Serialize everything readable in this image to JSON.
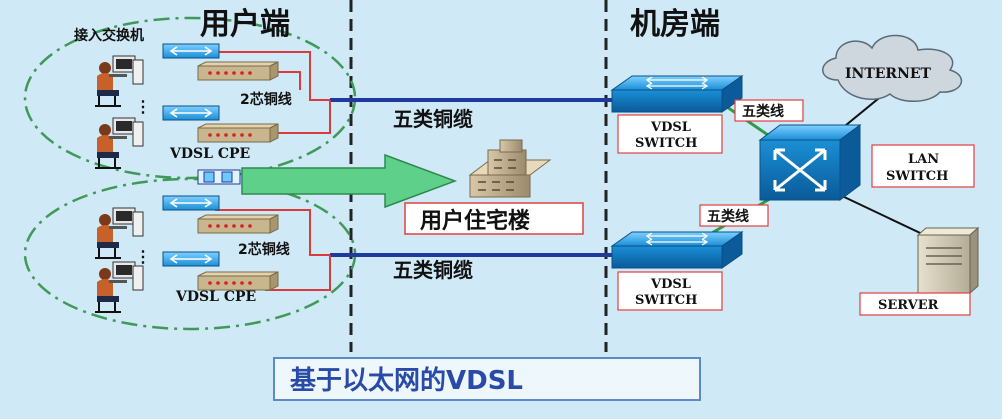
{
  "headings": {
    "user_side": "用户端",
    "room_side": "机房端"
  },
  "labels": {
    "access_switch": "接入交换机",
    "two_core_upper": "2芯铜线",
    "two_core_lower": "2芯铜线",
    "cpe_upper": "VDSL  CPE",
    "cpe_lower": "VDSL  CPE",
    "cat5_cable_upper": "五类铜缆",
    "cat5_cable_lower": "五类铜缆",
    "residential_building": "用户住宅楼",
    "cat5_line_upper": "五类线",
    "cat5_line_lower": "五类线",
    "vdsl_switch_upper_1": "VDSL",
    "vdsl_switch_upper_2": "SWITCH",
    "vdsl_switch_lower_1": "VDSL",
    "vdsl_switch_lower_2": "SWITCH",
    "lan_switch_1": "LAN",
    "lan_switch_2": "SWITCH",
    "internet": "INTERNET",
    "server": "SERVER"
  },
  "caption": "基于以太网的VDSL",
  "colors": {
    "background": "#cfe9f6",
    "cable_blue": "#1f3a9e",
    "copper_red": "#d93a3a",
    "cat5_green": "#2e9a4e",
    "arrow_green": "#5fd08a",
    "switch_blue": "#1a8fd6",
    "label_border": "#e04040",
    "dash_green": "#3f9a5a"
  }
}
